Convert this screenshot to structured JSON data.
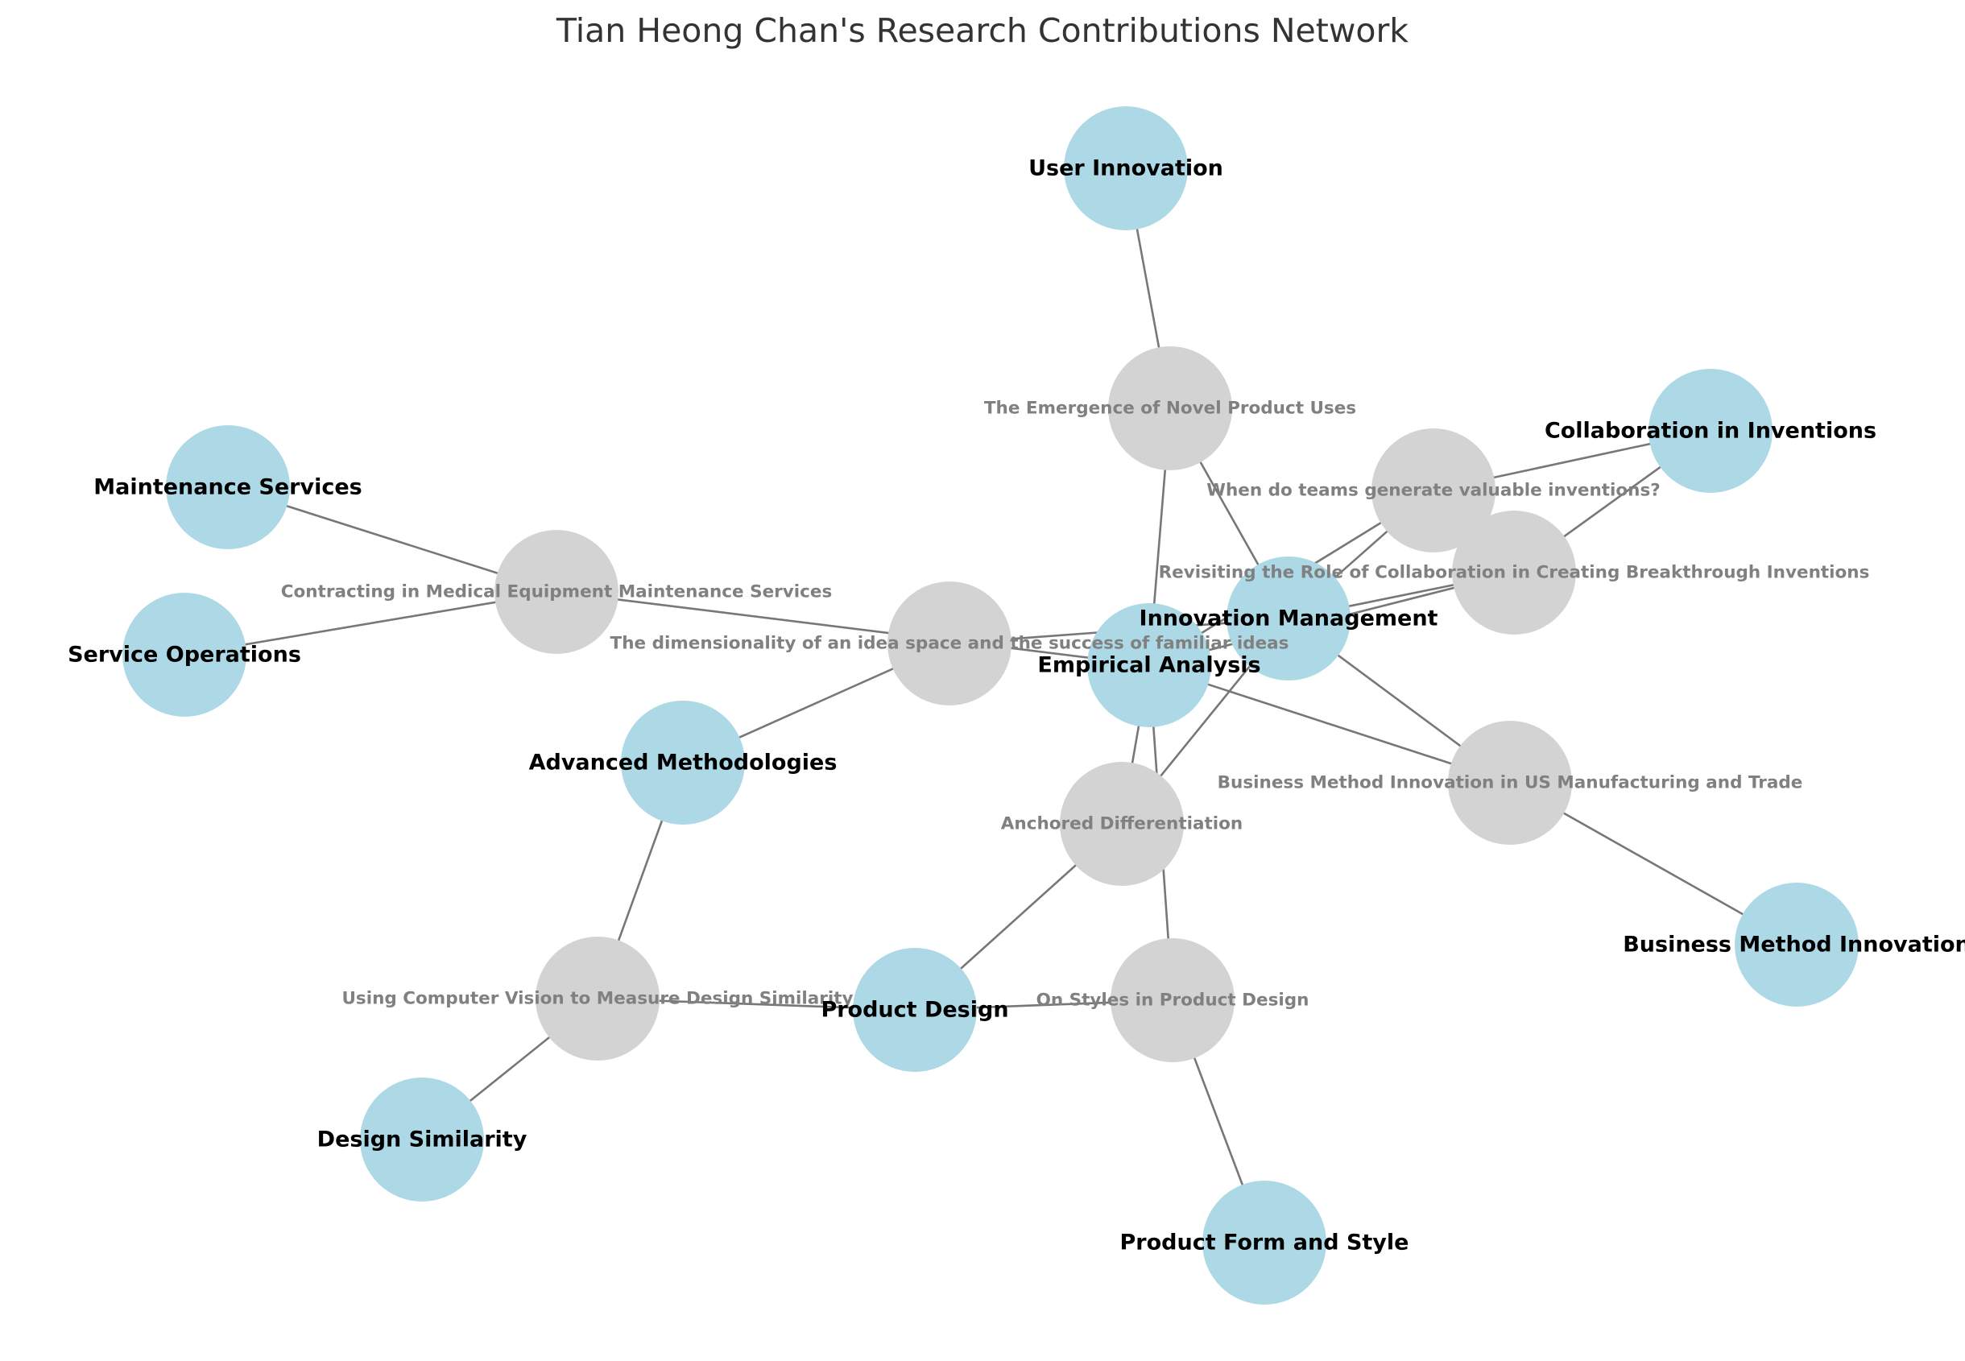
{
  "title": "Tian Heong Chan's Research Contributions Network",
  "colors": {
    "topic_node": "#add8e6",
    "paper_node": "#d3d3d3",
    "edge": "#777777",
    "topic_text": "#000000",
    "paper_text": "#808080"
  },
  "topics": {
    "user_innovation": "User Innovation",
    "collaboration": "Collaboration in Inventions",
    "maintenance": "Maintenance Services",
    "service_operations": "Service Operations",
    "innovation_management": "Innovation Management",
    "empirical_analysis": "Empirical Analysis",
    "advanced_methodologies": "Advanced Methodologies",
    "product_design": "Product Design",
    "business_method": "Business Method Innovation",
    "design_similarity": "Design Similarity",
    "product_form": "Product Form and Style"
  },
  "papers": {
    "novel_uses": "The Emergence of Novel Product Uses",
    "teams": "When do teams generate valuable inventions?",
    "revisiting": "Revisiting the Role of Collaboration in Creating Breakthrough Inventions",
    "contracting": "Contracting in Medical Equipment Maintenance Services",
    "dimensionality": "The dimensionality of an idea space and the success of familiar ideas",
    "bmi": "Business Method Innovation in US Manufacturing and Trade",
    "anchored": "Anchored Differentiation",
    "computer_vision": "Using Computer Vision to Measure Design Similarity",
    "styles": "On Styles in Product Design"
  },
  "edges": [
    [
      "user_innovation",
      "novel_uses"
    ],
    [
      "novel_uses",
      "innovation_management"
    ],
    [
      "novel_uses",
      "empirical_analysis"
    ],
    [
      "collaboration",
      "teams"
    ],
    [
      "collaboration",
      "revisiting"
    ],
    [
      "teams",
      "innovation_management"
    ],
    [
      "teams",
      "empirical_analysis"
    ],
    [
      "revisiting",
      "innovation_management"
    ],
    [
      "revisiting",
      "empirical_analysis"
    ],
    [
      "maintenance",
      "contracting"
    ],
    [
      "service_operations",
      "contracting"
    ],
    [
      "contracting",
      "empirical_analysis"
    ],
    [
      "dimensionality",
      "innovation_management"
    ],
    [
      "dimensionality",
      "advanced_methodologies"
    ],
    [
      "innovation_management",
      "bmi"
    ],
    [
      "empirical_analysis",
      "bmi"
    ],
    [
      "bmi",
      "business_method"
    ],
    [
      "innovation_management",
      "anchored"
    ],
    [
      "empirical_analysis",
      "anchored"
    ],
    [
      "anchored",
      "product_design"
    ],
    [
      "empirical_analysis",
      "styles"
    ],
    [
      "styles",
      "product_design"
    ],
    [
      "styles",
      "product_form"
    ],
    [
      "advanced_methodologies",
      "computer_vision"
    ],
    [
      "computer_vision",
      "product_design"
    ],
    [
      "computer_vision",
      "design_similarity"
    ]
  ]
}
